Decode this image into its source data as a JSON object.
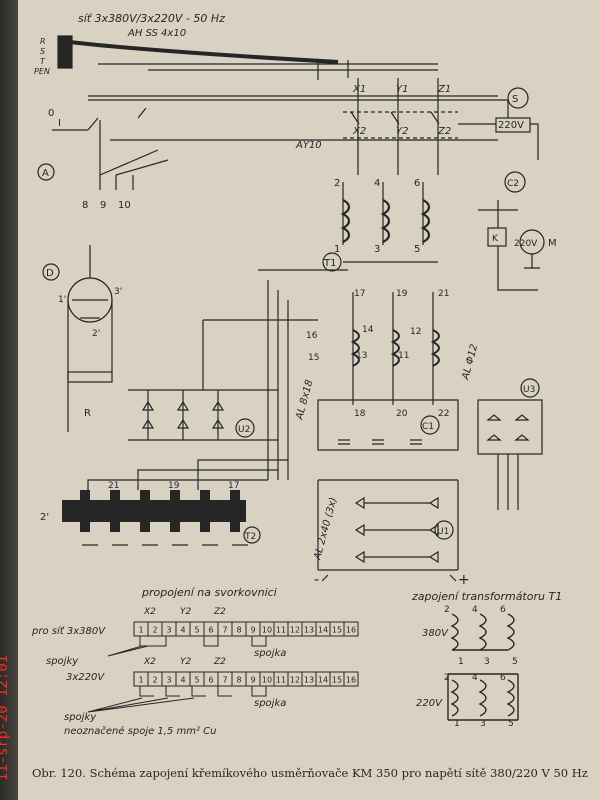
{
  "supply": {
    "label": "síť 3x380V/3x220V - 50 Hz",
    "cable": "AH SS 4x10",
    "phases": [
      "R",
      "S",
      "T",
      "PEN"
    ]
  },
  "switch": {
    "off": "0",
    "on": "I",
    "terminals": [
      "8",
      "9",
      "10"
    ],
    "id": "A"
  },
  "contacts": {
    "upper": [
      "X1",
      "Y1",
      "Z1"
    ],
    "lower": [
      "X2",
      "Y2",
      "Z2"
    ]
  },
  "wire_label": "AY10",
  "transformer": {
    "id": "T1",
    "taps": [
      "2",
      "4",
      "6",
      "1",
      "3",
      "5"
    ]
  },
  "secondary": {
    "top": [
      "17",
      "19",
      "21"
    ],
    "mid": [
      "16",
      "15",
      "14",
      "13",
      "12",
      "11"
    ],
    "bottom": [
      "18",
      "20",
      "22"
    ]
  },
  "secondary_wire": "AL Φ12",
  "coil_label": "220V",
  "motor": {
    "id": "M",
    "voltage": "220V",
    "cap": "C2",
    "relay": "K"
  },
  "S_label": "S",
  "D_label": "D",
  "D_terminals": [
    "1'",
    "3'",
    "2'"
  ],
  "R_label": "R",
  "U2_label": "U2",
  "U3_label": "U3",
  "U1_label": "U1",
  "C1_label": "C1",
  "busbar": "AL 8x18",
  "dc_bus": "AL 2x40 (3x)",
  "terminal_block": {
    "id": "T2",
    "labels": [
      "2'",
      "21",
      "19",
      "17"
    ]
  },
  "plus": "+",
  "minus": "-",
  "headings": {
    "svorkovnice": "propojení na svorkovnici",
    "zapojeni": "zapojení transformátoru T1"
  },
  "rows": {
    "row380": "pro síť 3x380V",
    "row220": "3x220V",
    "cells": [
      "1",
      "2",
      "3",
      "4",
      "5",
      "6",
      "7",
      "8",
      "9",
      "10",
      "11",
      "12",
      "13",
      "14",
      "15",
      "16"
    ],
    "phase_marks": [
      "X2",
      "Y2",
      "Z2"
    ]
  },
  "labels": {
    "spojky": "spojky",
    "spojka": "spojka",
    "neoznacene": "neoznačené spoje 1,5 mm² Cu"
  },
  "wiring380": {
    "voltage": "380V",
    "nums": [
      "2",
      "4",
      "6",
      "1",
      "3",
      "5"
    ]
  },
  "wiring220": {
    "voltage": "220V",
    "nums": [
      "2",
      "4",
      "6",
      "1",
      "3",
      "5"
    ]
  },
  "caption": "Obr. 120. Schéma zapojení křemíkového usměrňovače KM 350 pro napětí sítě 380/220 V 50 Hz",
  "timestamp": "11-srp-20 12:01"
}
